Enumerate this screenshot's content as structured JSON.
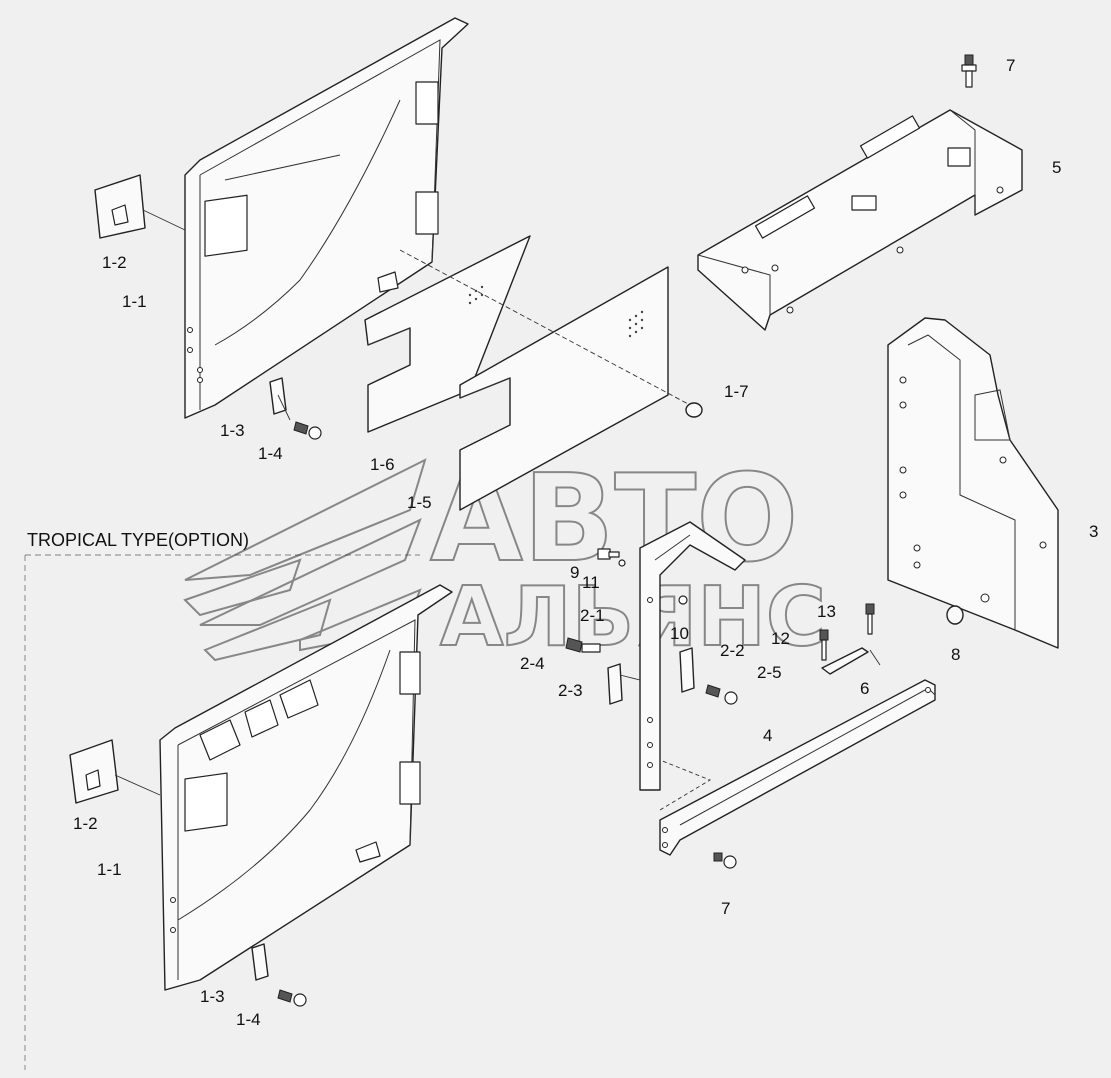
{
  "section_title": "TROPICAL TYPE(OPTION)",
  "watermark": {
    "line1": "АВТО",
    "line2": "АЛЬЯНС"
  },
  "callouts": {
    "top_1_2": "1-2",
    "top_1_1": "1-1",
    "top_1_3": "1-3",
    "top_1_4": "1-4",
    "c_1_6": "1-6",
    "c_1_5": "1-5",
    "c_1_7": "1-7",
    "c_7_top": "7",
    "c_5": "5",
    "c_3": "3",
    "c_8": "8",
    "c_9": "9",
    "c_11": "11",
    "c_2_1": "2-1",
    "c_10": "10",
    "c_2_4": "2-4",
    "c_2_2": "2-2",
    "c_2_3": "2-3",
    "c_2_5": "2-5",
    "c_13": "13",
    "c_12": "12",
    "c_6": "6",
    "c_4": "4",
    "c_7_bottom": "7",
    "bot_1_2": "1-2",
    "bot_1_1": "1-1",
    "bot_1_3": "1-3",
    "bot_1_4": "1-4"
  }
}
